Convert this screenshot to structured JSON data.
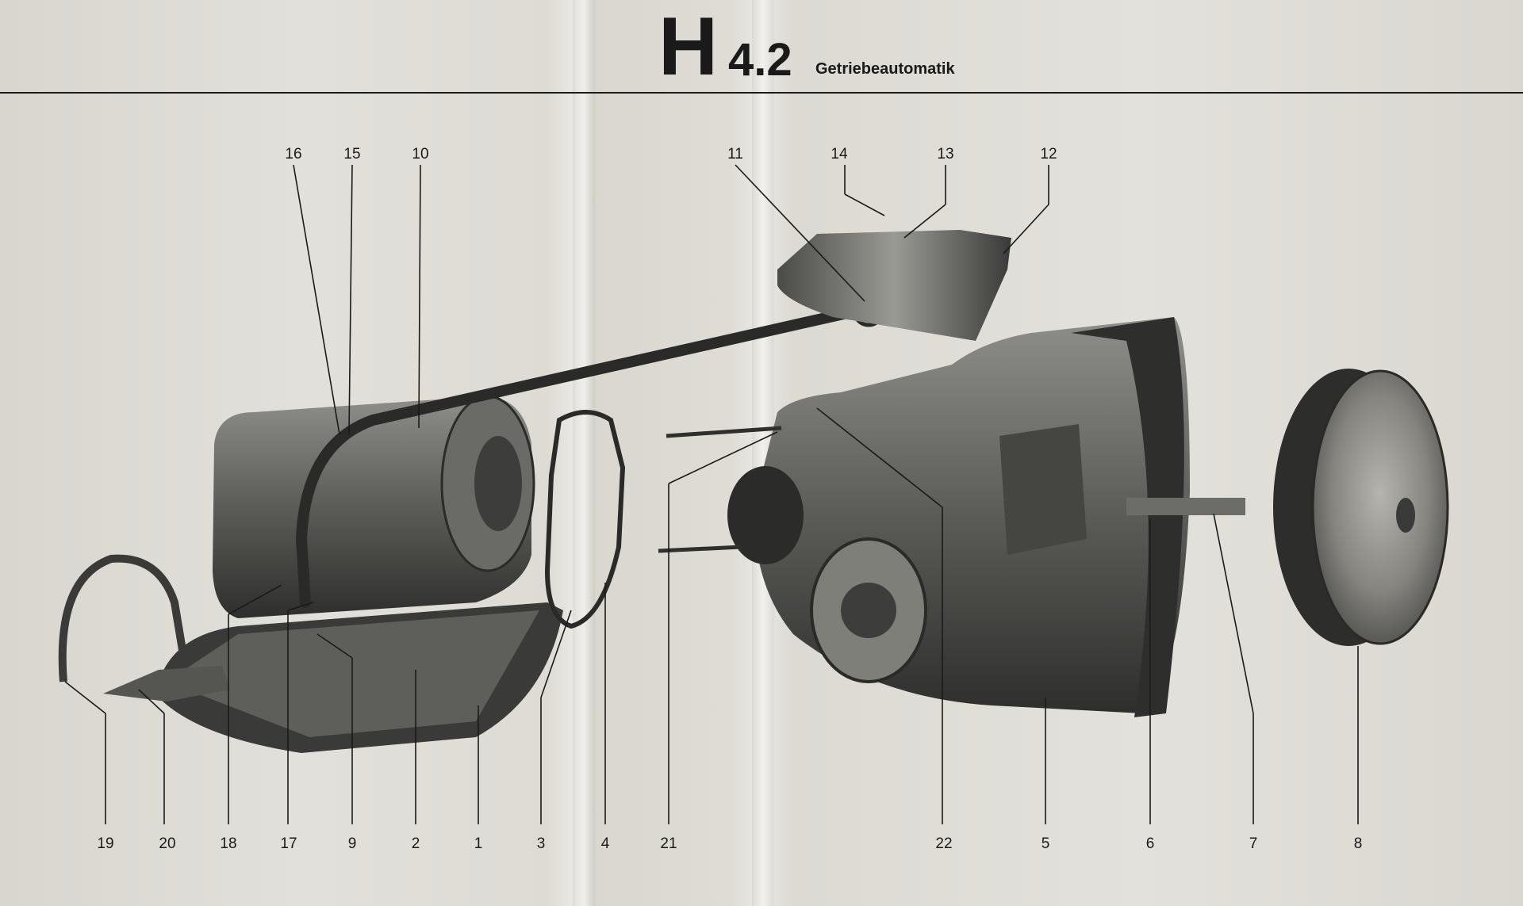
{
  "header": {
    "letter": "H",
    "number": "4.2",
    "subtitle": "Getriebeautomatik"
  },
  "callouts_top": [
    "16",
    "15",
    "10",
    "11",
    "14",
    "13",
    "12"
  ],
  "callouts_bottom": [
    "19",
    "20",
    "18",
    "17",
    "9",
    "2",
    "1",
    "3",
    "4",
    "21",
    "22",
    "5",
    "6",
    "7",
    "8"
  ]
}
